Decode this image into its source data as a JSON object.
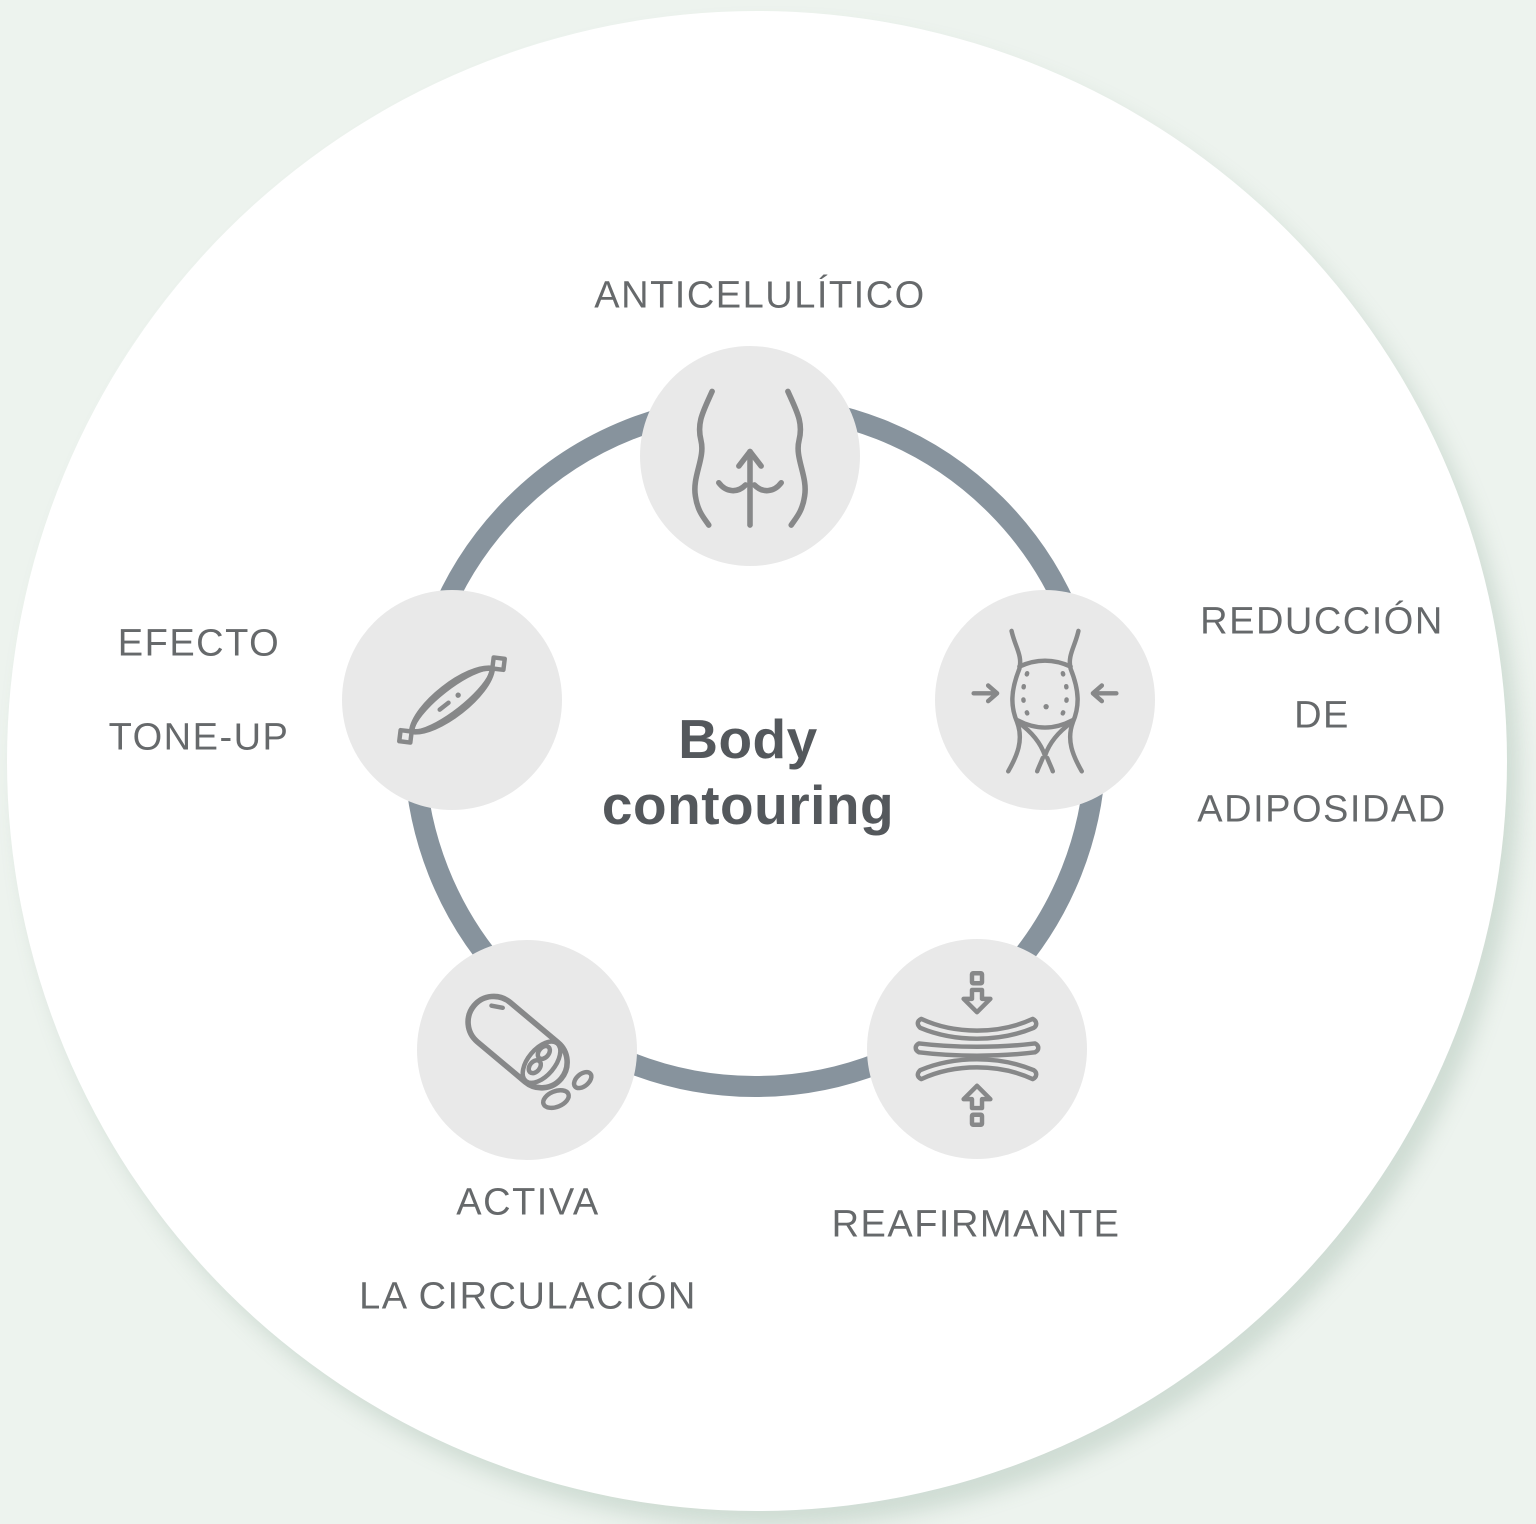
{
  "diagram": {
    "center_title": {
      "line1": "Body",
      "line2": "contouring"
    },
    "nodes": {
      "anticelulitico": {
        "label": "ANTICELULÍTICO",
        "icon": "body-contour-icon",
        "position": "top"
      },
      "reduccion": {
        "line1": "REDUCCIÓN",
        "line2": "DE",
        "line3": "ADIPOSIDAD",
        "icon": "waist-reduction-icon",
        "position": "right"
      },
      "reafirmante": {
        "label": "REAFIRMANTE",
        "icon": "skin-layers-icon",
        "position": "bottom-right"
      },
      "circulacion": {
        "line1": "ACTIVA",
        "line2": "LA CIRCULACIÓN",
        "icon": "blood-vessel-icon",
        "position": "bottom-left"
      },
      "toneup": {
        "line1": "EFECTO",
        "line2": "TONE-UP",
        "icon": "muscle-icon",
        "position": "left"
      }
    },
    "colors": {
      "page_background": "#edf3ee",
      "disc_background": "#ffffff",
      "ring": "#87939d",
      "node_background": "#e9e9e9",
      "icon_stroke": "#878889",
      "label_text": "#66696b",
      "title_text": "#54585c",
      "disc_shadow": "#dfe8e2"
    }
  }
}
